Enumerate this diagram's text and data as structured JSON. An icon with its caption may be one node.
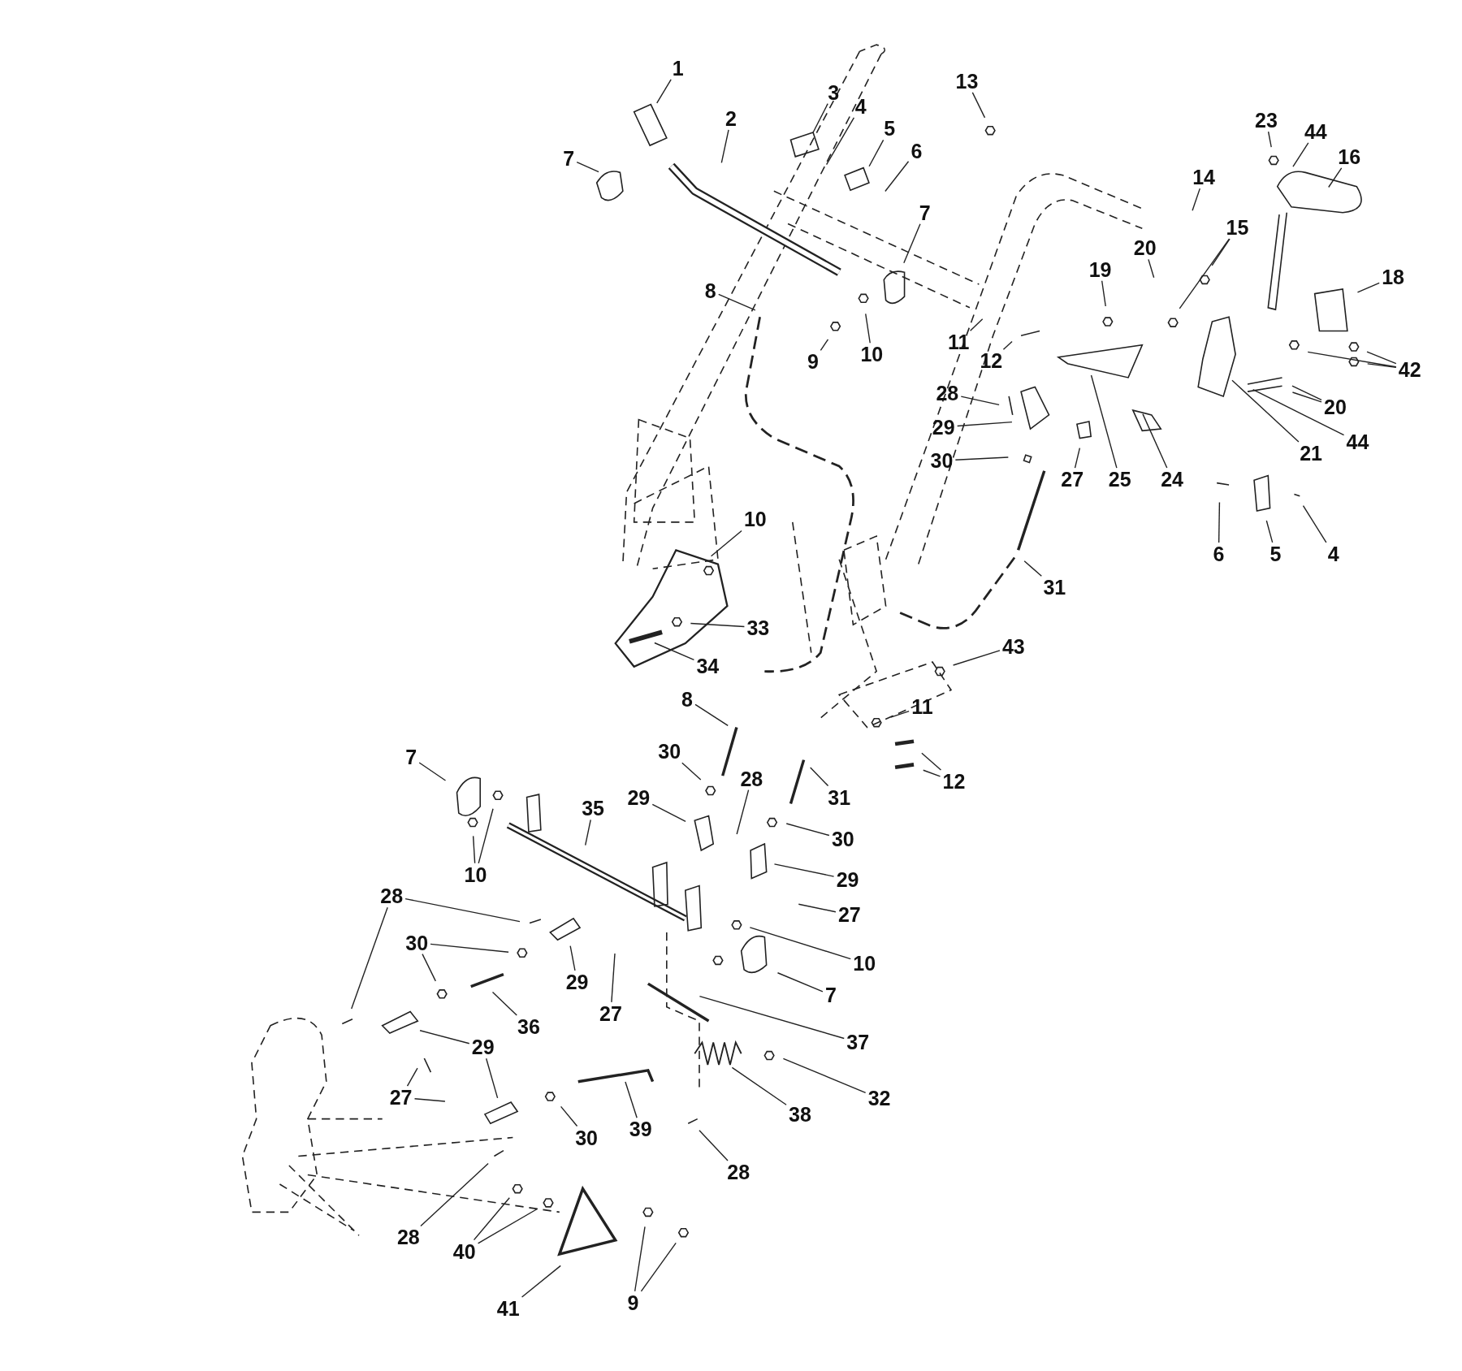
{
  "diagram": {
    "nodes": [
      {
        "text": [
          "1"
        ]
      },
      {
        "text": [
          "13"
        ]
      },
      {
        "text": [
          "3"
        ]
      },
      {
        "text": [
          "4"
        ]
      },
      {
        "text": [
          "2"
        ]
      },
      {
        "text": [
          "5"
        ]
      },
      {
        "text": [
          "23"
        ]
      },
      {
        "text": [
          "44"
        ]
      },
      {
        "text": [
          "6"
        ]
      },
      {
        "text": [
          "16"
        ]
      },
      {
        "text": [
          "7"
        ]
      },
      {
        "text": [
          "14"
        ]
      },
      {
        "text": [
          "7"
        ]
      },
      {
        "text": [
          "15"
        ]
      },
      {
        "text": [
          "20"
        ]
      },
      {
        "text": [
          "19"
        ]
      },
      {
        "text": [
          "18"
        ]
      },
      {
        "text": [
          "8"
        ]
      },
      {
        "text": [
          "11"
        ]
      },
      {
        "text": [
          "10"
        ]
      },
      {
        "text": [
          "12"
        ]
      },
      {
        "text": [
          "9"
        ]
      },
      {
        "text": [
          "42"
        ]
      },
      {
        "text": [
          "28"
        ]
      },
      {
        "text": [
          "20"
        ]
      },
      {
        "text": [
          "29"
        ]
      },
      {
        "text": [
          "44"
        ]
      },
      {
        "text": [
          "21"
        ]
      },
      {
        "text": [
          "30"
        ]
      },
      {
        "text": [
          "27"
        ]
      },
      {
        "text": [
          "25"
        ]
      },
      {
        "text": [
          "24"
        ]
      },
      {
        "text": [
          "10"
        ]
      },
      {
        "text": [
          "6"
        ]
      },
      {
        "text": [
          "5"
        ]
      },
      {
        "text": [
          "4"
        ]
      },
      {
        "text": [
          "31"
        ]
      },
      {
        "text": [
          "33"
        ]
      },
      {
        "text": [
          "43"
        ]
      },
      {
        "text": [
          "34"
        ]
      },
      {
        "text": [
          "8"
        ]
      },
      {
        "text": [
          "11"
        ]
      },
      {
        "text": [
          "30"
        ]
      },
      {
        "text": [
          "7"
        ]
      },
      {
        "text": [
          "28"
        ]
      },
      {
        "text": [
          "12"
        ]
      },
      {
        "text": [
          "29"
        ]
      },
      {
        "text": [
          "35"
        ]
      },
      {
        "text": [
          "31"
        ]
      },
      {
        "text": [
          "30"
        ]
      },
      {
        "text": [
          "10"
        ]
      },
      {
        "text": [
          "29"
        ]
      },
      {
        "text": [
          "28"
        ]
      },
      {
        "text": [
          "27"
        ]
      },
      {
        "text": [
          "30"
        ]
      },
      {
        "text": [
          "10"
        ]
      },
      {
        "text": [
          "29"
        ]
      },
      {
        "text": [
          "27"
        ]
      },
      {
        "text": [
          "7"
        ]
      },
      {
        "text": [
          "36"
        ]
      },
      {
        "text": [
          "37"
        ]
      },
      {
        "text": [
          "29"
        ]
      },
      {
        "text": [
          "27"
        ]
      },
      {
        "text": [
          "32"
        ]
      },
      {
        "text": [
          "38"
        ]
      },
      {
        "text": [
          "39"
        ]
      },
      {
        "text": [
          "30"
        ]
      },
      {
        "text": [
          "28"
        ]
      },
      {
        "text": [
          "28"
        ]
      },
      {
        "text": [
          "40"
        ]
      },
      {
        "text": [
          "41"
        ]
      },
      {
        "text": [
          "9"
        ]
      }
    ],
    "edges": [
      {
        "from": 0,
        "to": null,
        "arrow": "none"
      },
      {
        "from": 1,
        "to": null,
        "arrow": "none"
      },
      {
        "from": 2,
        "to": null,
        "arrow": "none"
      },
      {
        "from": 3,
        "to": null,
        "arrow": "none"
      },
      {
        "from": 4,
        "to": null,
        "arrow": "none"
      },
      {
        "from": 5,
        "to": null,
        "arrow": "none"
      },
      {
        "from": 6,
        "to": null,
        "arrow": "none"
      },
      {
        "from": 7,
        "to": null,
        "arrow": "none"
      },
      {
        "from": 8,
        "to": null,
        "arrow": "none"
      },
      {
        "from": 9,
        "to": null,
        "arrow": "none"
      },
      {
        "from": 10,
        "to": null,
        "arrow": "none"
      },
      {
        "from": 11,
        "to": null,
        "arrow": "none"
      },
      {
        "from": 12,
        "to": null,
        "arrow": "none"
      },
      {
        "from": 13,
        "to": null,
        "arrow": "none"
      },
      {
        "from": 13,
        "to": null,
        "arrow": "none"
      },
      {
        "from": 14,
        "to": null,
        "arrow": "none"
      },
      {
        "from": 15,
        "to": null,
        "arrow": "none"
      },
      {
        "from": 16,
        "to": null,
        "arrow": "none"
      },
      {
        "from": 17,
        "to": null,
        "arrow": "none"
      },
      {
        "from": 18,
        "to": null,
        "arrow": "none"
      },
      {
        "from": 19,
        "to": null,
        "arrow": "none"
      },
      {
        "from": 20,
        "to": null,
        "arrow": "none"
      },
      {
        "from": 21,
        "to": null,
        "arrow": "none"
      },
      {
        "from": 22,
        "to": null,
        "arrow": "none"
      },
      {
        "from": 22,
        "to": null,
        "arrow": "none"
      },
      {
        "from": 22,
        "to": null,
        "arrow": "none"
      },
      {
        "from": 23,
        "to": null,
        "arrow": "none"
      },
      {
        "from": 24,
        "to": null,
        "arrow": "none"
      },
      {
        "from": 24,
        "to": null,
        "arrow": "none"
      },
      {
        "from": 25,
        "to": null,
        "arrow": "none"
      },
      {
        "from": 26,
        "to": null,
        "arrow": "none"
      },
      {
        "from": 27,
        "to": null,
        "arrow": "none"
      },
      {
        "from": 28,
        "to": null,
        "arrow": "none"
      },
      {
        "from": 29,
        "to": null,
        "arrow": "none"
      },
      {
        "from": 30,
        "to": null,
        "arrow": "none"
      },
      {
        "from": 31,
        "to": null,
        "arrow": "none"
      },
      {
        "from": 32,
        "to": null,
        "arrow": "none"
      },
      {
        "from": 33,
        "to": null,
        "arrow": "none"
      },
      {
        "from": 34,
        "to": null,
        "arrow": "none"
      },
      {
        "from": 35,
        "to": null,
        "arrow": "none"
      },
      {
        "from": 36,
        "to": null,
        "arrow": "none"
      },
      {
        "from": 37,
        "to": null,
        "arrow": "none"
      },
      {
        "from": 38,
        "to": null,
        "arrow": "none"
      },
      {
        "from": 39,
        "to": null,
        "arrow": "none"
      },
      {
        "from": 40,
        "to": null,
        "arrow": "none"
      },
      {
        "from": 41,
        "to": null,
        "arrow": "none"
      },
      {
        "from": 42,
        "to": null,
        "arrow": "none"
      },
      {
        "from": 43,
        "to": null,
        "arrow": "none"
      },
      {
        "from": 44,
        "to": null,
        "arrow": "none"
      },
      {
        "from": 45,
        "to": null,
        "arrow": "none"
      },
      {
        "from": 45,
        "to": null,
        "arrow": "none"
      },
      {
        "from": 46,
        "to": null,
        "arrow": "none"
      },
      {
        "from": 47,
        "to": null,
        "arrow": "none"
      },
      {
        "from": 48,
        "to": null,
        "arrow": "none"
      },
      {
        "from": 49,
        "to": null,
        "arrow": "none"
      },
      {
        "from": 50,
        "to": null,
        "arrow": "none"
      },
      {
        "from": 50,
        "to": null,
        "arrow": "none"
      },
      {
        "from": 51,
        "to": null,
        "arrow": "none"
      },
      {
        "from": 52,
        "to": null,
        "arrow": "none"
      },
      {
        "from": 52,
        "to": null,
        "arrow": "none"
      },
      {
        "from": 53,
        "to": null,
        "arrow": "none"
      },
      {
        "from": 54,
        "to": null,
        "arrow": "none"
      },
      {
        "from": 54,
        "to": null,
        "arrow": "none"
      },
      {
        "from": 55,
        "to": null,
        "arrow": "none"
      },
      {
        "from": 56,
        "to": null,
        "arrow": "none"
      },
      {
        "from": 57,
        "to": null,
        "arrow": "none"
      },
      {
        "from": 58,
        "to": null,
        "arrow": "none"
      },
      {
        "from": 59,
        "to": null,
        "arrow": "none"
      },
      {
        "from": 60,
        "to": null,
        "arrow": "none"
      },
      {
        "from": 61,
        "to": null,
        "arrow": "none"
      },
      {
        "from": 61,
        "to": null,
        "arrow": "none"
      },
      {
        "from": 62,
        "to": null,
        "arrow": "none"
      },
      {
        "from": 62,
        "to": null,
        "arrow": "none"
      },
      {
        "from": 63,
        "to": null,
        "arrow": "none"
      },
      {
        "from": 64,
        "to": null,
        "arrow": "none"
      },
      {
        "from": 65,
        "to": null,
        "arrow": "none"
      },
      {
        "from": 66,
        "to": null,
        "arrow": "none"
      },
      {
        "from": 67,
        "to": null,
        "arrow": "none"
      },
      {
        "from": 68,
        "to": null,
        "arrow": "none"
      },
      {
        "from": 69,
        "to": null,
        "arrow": "none"
      },
      {
        "from": 69,
        "to": null,
        "arrow": "none"
      },
      {
        "from": 70,
        "to": null,
        "arrow": "none"
      },
      {
        "from": 71,
        "to": null,
        "arrow": "none"
      },
      {
        "from": 71,
        "to": null,
        "arrow": "none"
      }
    ]
  }
}
